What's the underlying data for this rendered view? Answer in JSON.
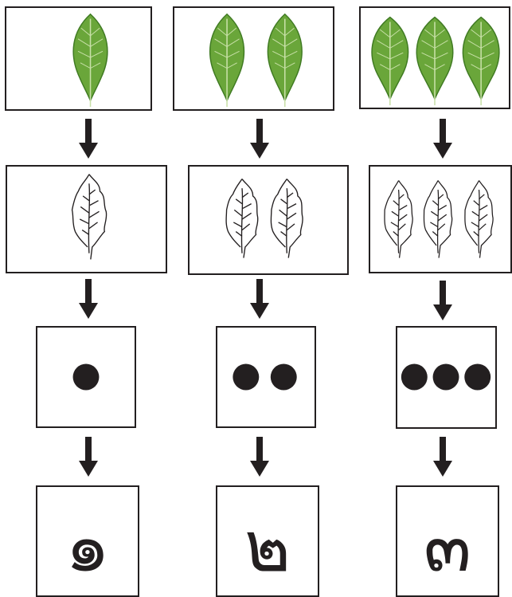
{
  "columns": [
    {
      "count": 1,
      "numeral": "๑"
    },
    {
      "count": 2,
      "numeral": "๒"
    },
    {
      "count": 3,
      "numeral": "๓"
    }
  ],
  "icons": {
    "real_leaf": "real-leaf-icon",
    "outline_leaf": "outline-leaf-icon",
    "dot": "dot-icon",
    "arrow": "down-arrow-icon"
  },
  "colors": {
    "leaf_green": "#6aa63a",
    "leaf_dark": "#3f7a22",
    "vein": "#c8e0a8",
    "stroke": "#231f20"
  }
}
